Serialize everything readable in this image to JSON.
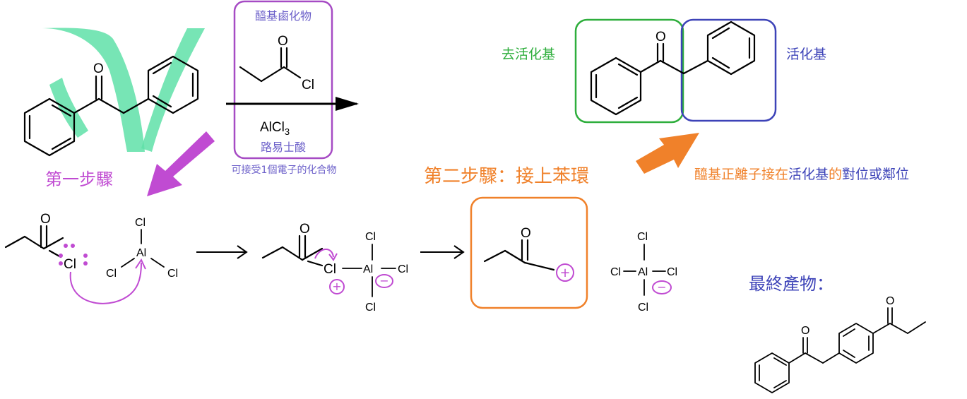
{
  "colors": {
    "purple": "#a64bc4",
    "blue_label": "#6b5fc9",
    "orange": "#f0812a",
    "green": "#2eae3c",
    "blue": "#3d43b8",
    "mint": "#5fe0a8",
    "magenta": "#c04bd2"
  },
  "reagent": {
    "box_label": "醯基鹵化物",
    "catalyst_prefix": "AlCl",
    "catalyst_sub": "3",
    "lewis_acid": "路易士酸",
    "lewis_note": "可接受1個電子的化合物"
  },
  "steps": {
    "step1": "第一步驟",
    "step2": "第二步驟：接上苯環"
  },
  "annotations": {
    "deactivating": "去活化基",
    "activating": "活化基",
    "rule_parts": [
      {
        "text": "醯基正離子接在",
        "color": "#f0812a"
      },
      {
        "text": "活化基",
        "color": "#3d43b8"
      },
      {
        "text": "的",
        "color": "#f0812a"
      },
      {
        "text": "對位或鄰位",
        "color": "#3d43b8"
      }
    ]
  },
  "final": {
    "label": "最終產物："
  },
  "atoms": {
    "O": "O",
    "Cl": "Cl",
    "Al": "Al"
  },
  "charges": {
    "plus": "+",
    "minus": "−"
  }
}
